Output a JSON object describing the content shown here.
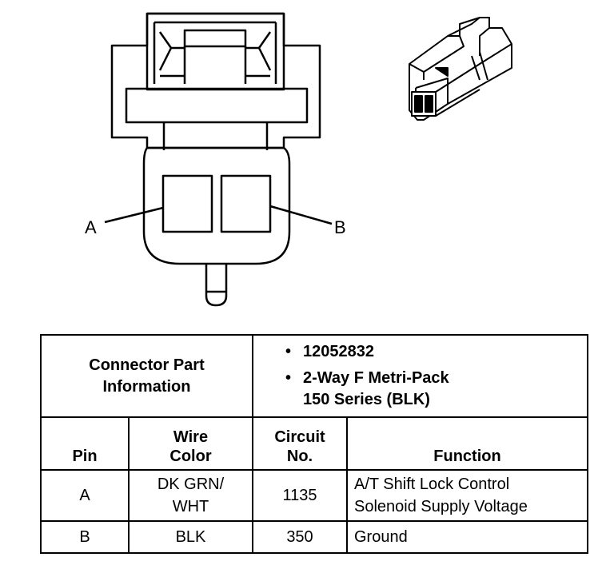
{
  "diagram": {
    "pin_a_label": "A",
    "pin_b_label": "B"
  },
  "table": {
    "part_info_label_line1": "Connector Part",
    "part_info_label_line2": "Information",
    "part_number": "12052832",
    "connector_desc_line1": "2-Way F Metri-Pack",
    "connector_desc_line2": "150 Series (BLK)",
    "headers": {
      "pin": "Pin",
      "wire_color_line1": "Wire",
      "wire_color_line2": "Color",
      "circuit_line1": "Circuit",
      "circuit_line2": "No.",
      "function": "Function"
    },
    "rows": [
      {
        "pin": "A",
        "wire_color_line1": "DK GRN/",
        "wire_color_line2": "WHT",
        "circuit": "1135",
        "function_line1": "A/T Shift Lock Control",
        "function_line2": "Solenoid Supply Voltage"
      },
      {
        "pin": "B",
        "wire_color_line1": "BLK",
        "circuit": "350",
        "function_line1": "Ground"
      }
    ]
  }
}
